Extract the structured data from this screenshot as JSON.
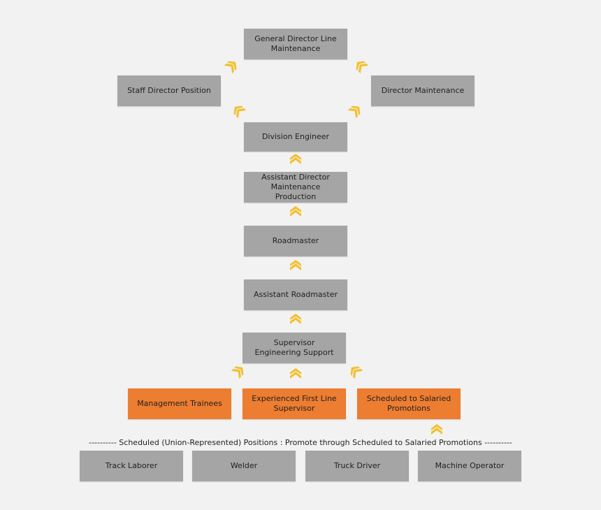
{
  "boxes": {
    "general_director": "General Director Line Maintenance",
    "staff_director": "Staff Director Position",
    "director_maintenance": "Director Maintenance",
    "division_engineer": "Division Engineer",
    "assistant_director": "Assistant Director Maintenance Production",
    "roadmaster": "Roadmaster",
    "assistant_roadmaster": "Assistant Roadmaster",
    "supervisor_engineering": "Supervisor Engineering Support",
    "management_trainees": "Management Trainees",
    "experienced_first_line": "Experienced First Line Supervisor",
    "scheduled_to_salaried": "Scheduled to Salaried Promotions",
    "track_laborer": "Track Laborer",
    "welder": "Welder",
    "truck_driver": "Truck Driver",
    "machine_operator": "Machine Operator"
  },
  "note": "---------- Scheduled (Union-Represented) Positions : Promote through Scheduled to Salaried Promotions ----------",
  "colors": {
    "gray": "#a5a5a5",
    "orange": "#ed7d31",
    "arrow": "#f2c02e"
  },
  "arrow_icon": "double-chevron-up"
}
